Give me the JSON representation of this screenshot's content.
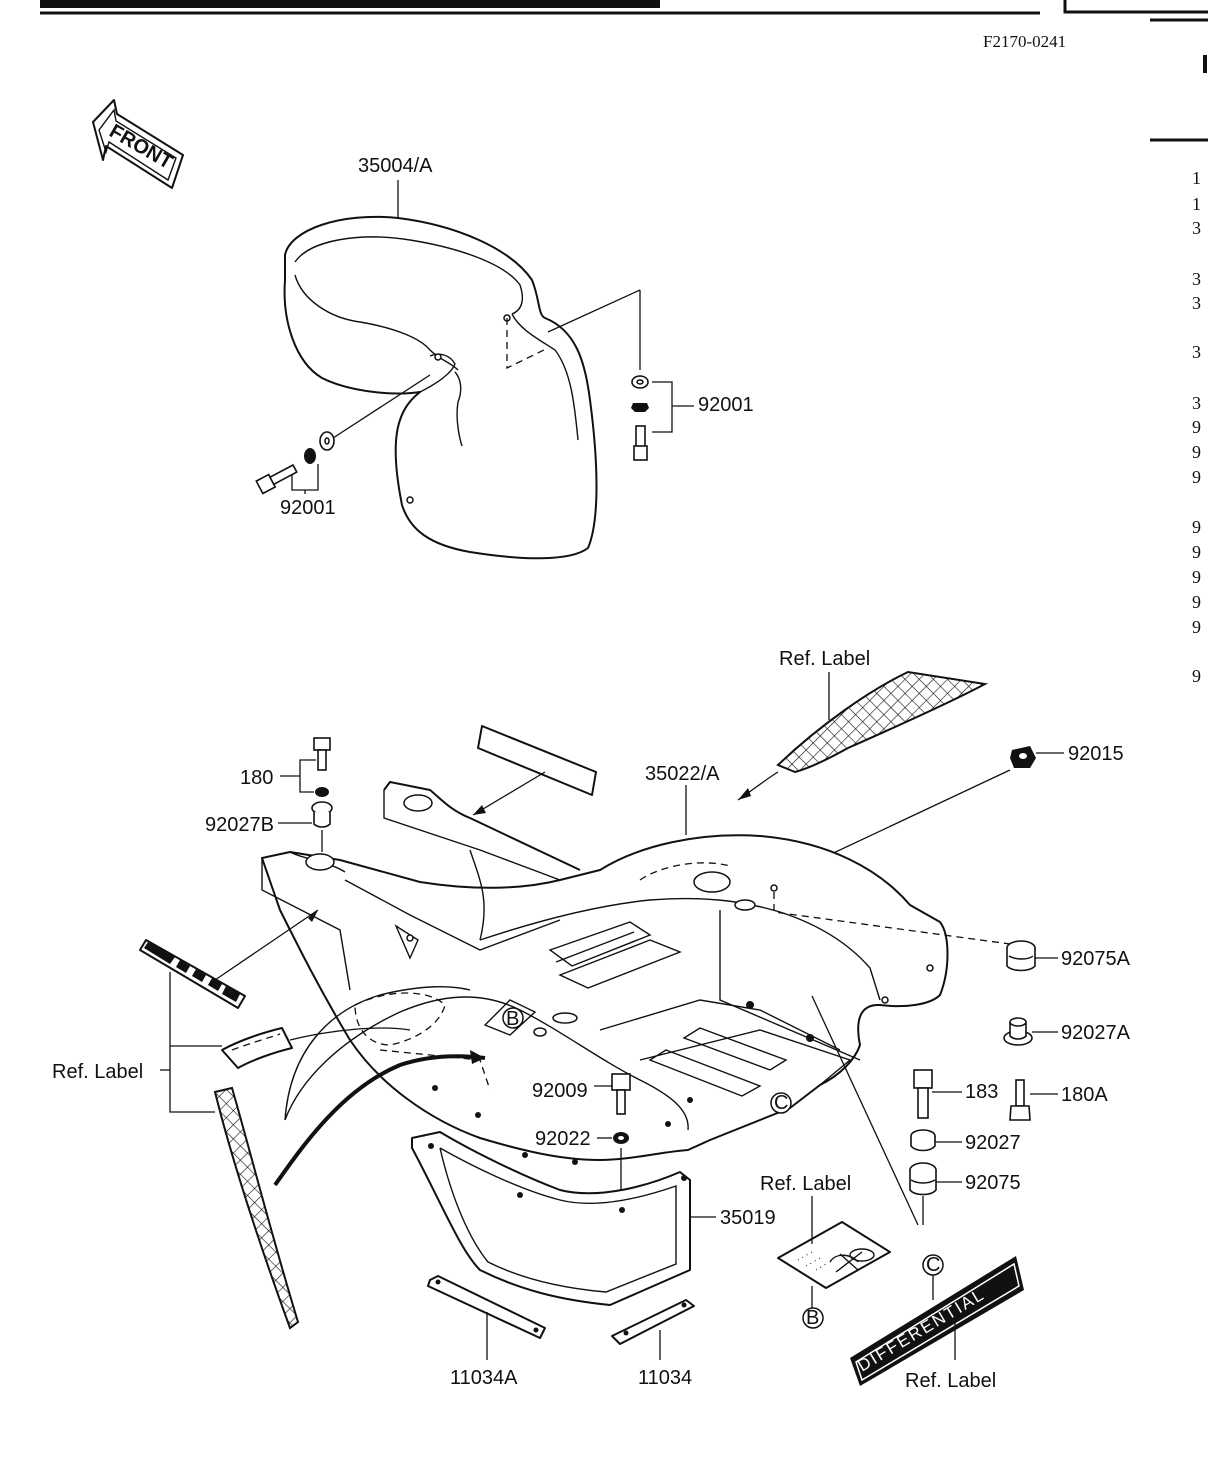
{
  "header": {
    "title_fragment": "",
    "figure_code": "F2170-0241"
  },
  "front_sign": "FRONT",
  "differential_label": "DIFFERENTIAL",
  "callouts": {
    "front_fender": "35004/A",
    "bolt_front_left": "92001",
    "bolt_front_right": "92001",
    "ref_label_top": "Ref. Label",
    "nut": "92015",
    "rear_fender": "35022/A",
    "bolt_180": "180",
    "collar_92027b": "92027B",
    "grommet_92075a": "92075A",
    "collar_92027a": "92027A",
    "ref_label_left": "Ref. Label",
    "bolt_92009": "92009",
    "washer_92022": "92022",
    "bolt_183": "183",
    "bolt_180a": "180A",
    "collar_92027": "92027",
    "grommet_92075": "92075",
    "ref_label_mid": "Ref. Label",
    "mud_flap": "35019",
    "plate_11034a": "11034A",
    "plate_11034": "11034",
    "ref_label_bottom": "Ref. Label"
  },
  "markers": {
    "b_top": "B",
    "b_bottom": "B",
    "c_top": "C",
    "c_bottom": "C"
  },
  "margin_numbers": [
    "1",
    "1",
    "3",
    "3",
    "3",
    "3",
    "3",
    "9",
    "9",
    "9",
    "9",
    "9",
    "9",
    "9",
    "9",
    "9"
  ]
}
